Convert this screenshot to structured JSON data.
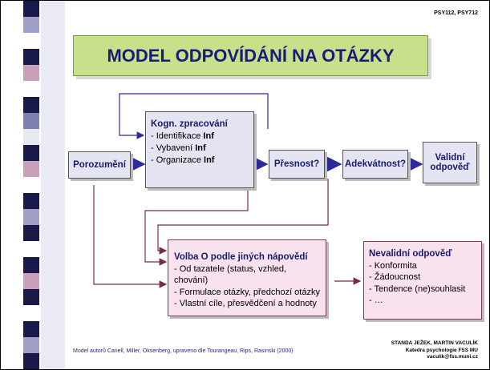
{
  "course_code": "PSY112, PSY712",
  "title": "MODEL ODPOVÍDÁNÍ NA OTÁZKY",
  "nodes": {
    "porozumeni": "Porozumění",
    "kogn_heading": "Kogn. zpracování",
    "kogn_items": [
      {
        "prefix": "- Identifikace ",
        "bold": "Inf"
      },
      {
        "prefix": "- Vybavení ",
        "bold": "Inf"
      },
      {
        "prefix": "- Organizace ",
        "bold": "Inf"
      }
    ],
    "presnost": "Přesnost?",
    "adekvatnost": "Adekvátnost?",
    "validni": "Validní odpověď",
    "volba_heading": "Volba O podle jiných nápovědí",
    "volba_items": [
      "- Od tazatele (status, vzhled, chování)",
      "- Formulace otázky, předchozí otázky",
      "- Vlastní cíle, přesvědčení a hodnoty"
    ],
    "nevalidni_heading": "Nevalidní odpověď",
    "nevalidni_items": [
      "- Konformita",
      "- Žádoucnost",
      "- Tendence (ne)souhlasit",
      "- …"
    ]
  },
  "footer_left": "Model autorů Canell, Miller, Oksenberg, upraveno dle Tourangeau, Rips, Rasinski (2000)",
  "footer_right": {
    "line1": "STANDA JEŽEK, MARTIN VACULÍK",
    "line2": "Katedra psychologie FSS MU",
    "line3": "vaculik@fss.muni.cz"
  },
  "colors": {
    "arrow_blue": "#2a2a9a",
    "arrow_maroon": "#7a2a4a",
    "title_bg": "#c8e08a",
    "box_blue": "#e4e4f2",
    "box_pink": "#f7e2ee"
  }
}
